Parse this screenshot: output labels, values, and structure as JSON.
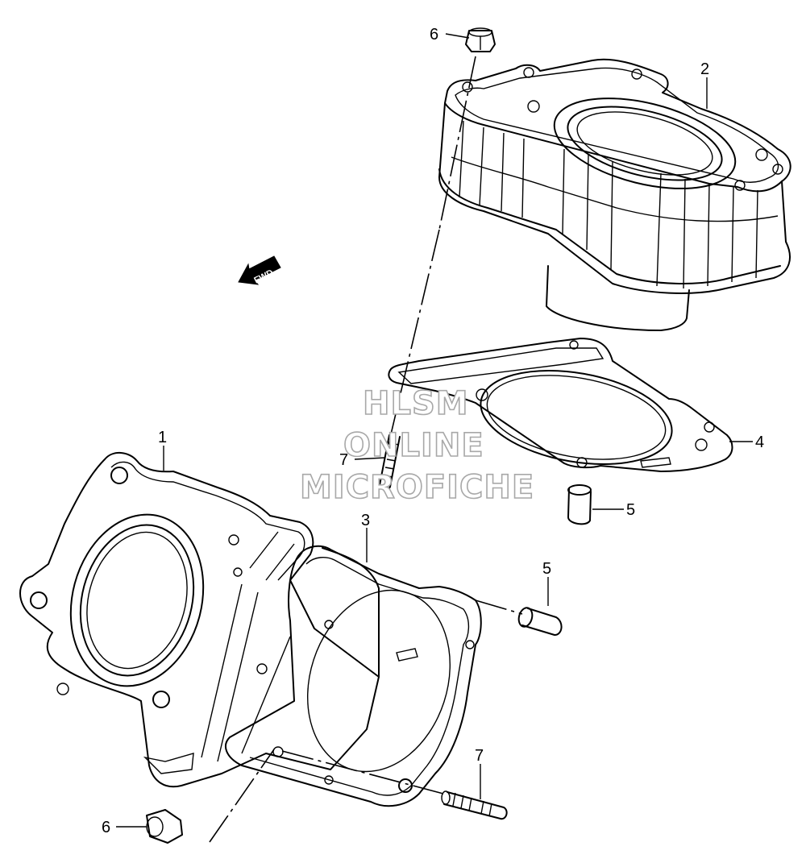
{
  "watermark": {
    "line1": "HLSM",
    "line2": "ONLINE",
    "line3": "MICROFICHE"
  },
  "direction_label": "FWD",
  "callouts": [
    {
      "id": "6-top",
      "text": "6"
    },
    {
      "id": "2",
      "text": "2"
    },
    {
      "id": "7-mid",
      "text": "7"
    },
    {
      "id": "4",
      "text": "4"
    },
    {
      "id": "5-upper",
      "text": "5"
    },
    {
      "id": "1",
      "text": "1"
    },
    {
      "id": "3",
      "text": "3"
    },
    {
      "id": "5-lower",
      "text": "5"
    },
    {
      "id": "7-bottom",
      "text": "7"
    },
    {
      "id": "6-bottom",
      "text": "6"
    }
  ]
}
